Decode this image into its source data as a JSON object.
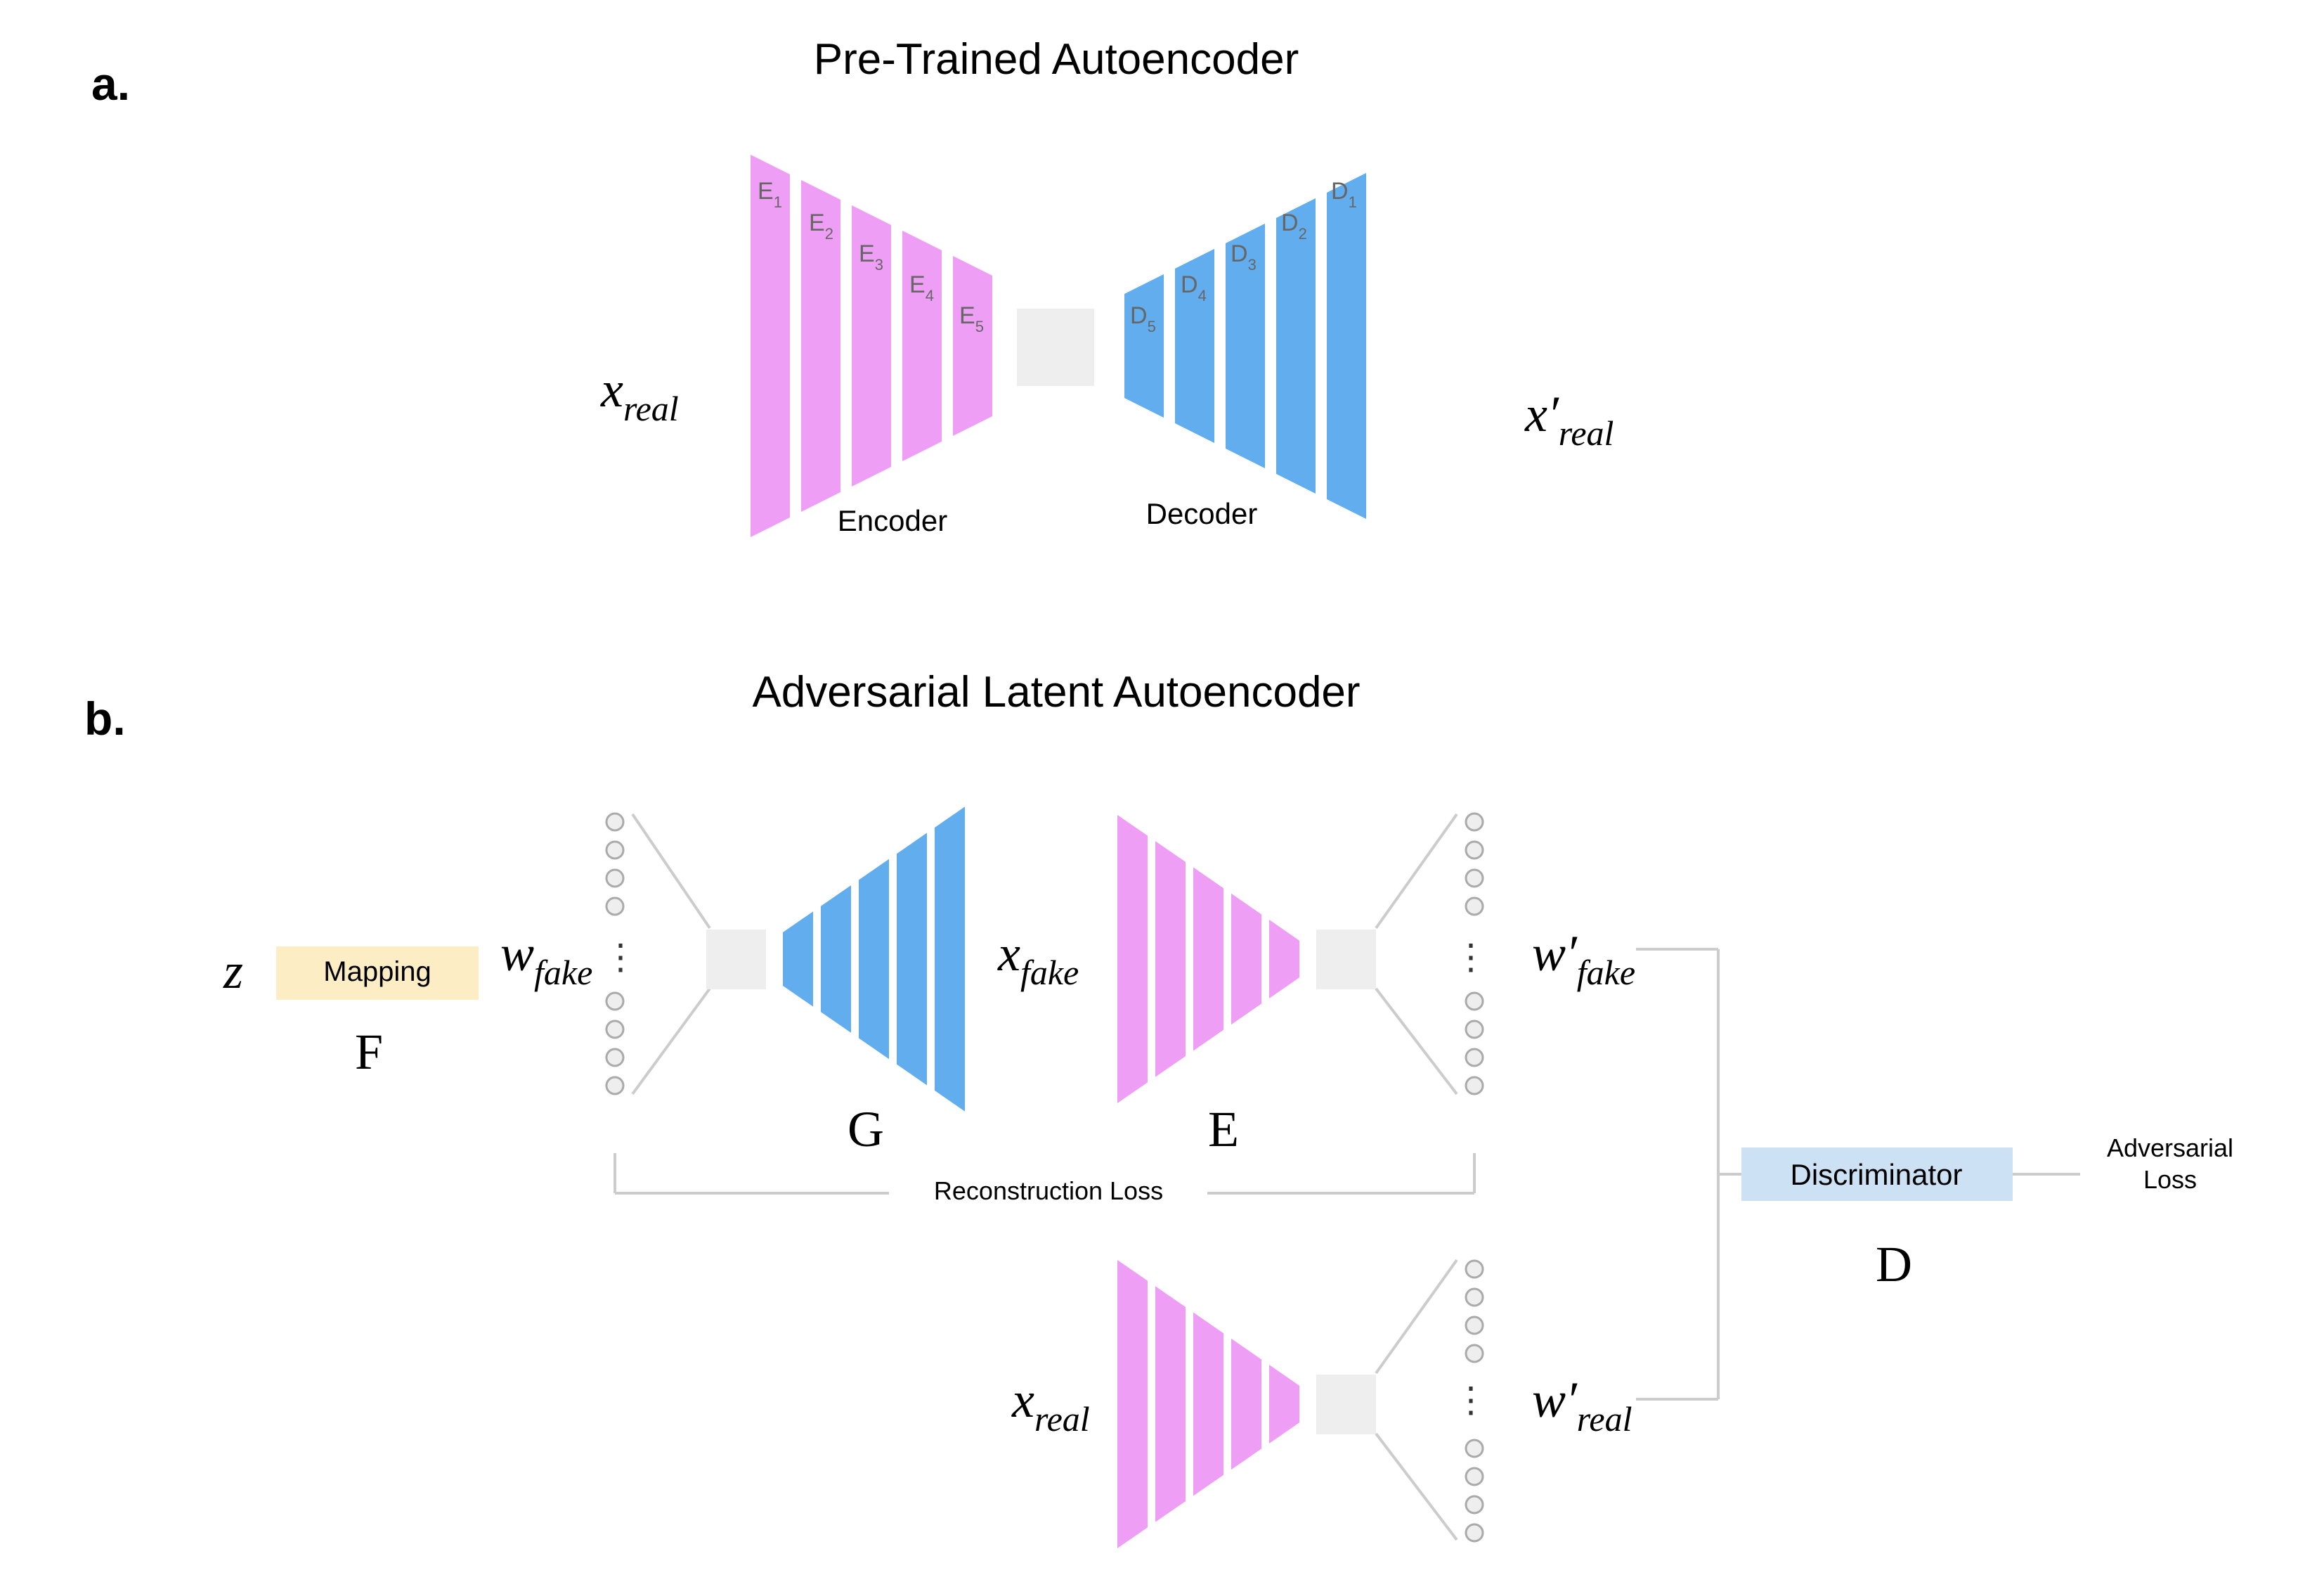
{
  "panel_a": {
    "label": "a.",
    "title": "Pre-Trained Autoencoder",
    "input": {
      "base": "x",
      "sub": "real"
    },
    "output": {
      "base": "x′",
      "sub": "real"
    },
    "encoder_label": "Encoder",
    "decoder_label": "Decoder",
    "encoder_layers": [
      {
        "base": "E",
        "sub": "1"
      },
      {
        "base": "E",
        "sub": "2"
      },
      {
        "base": "E",
        "sub": "3"
      },
      {
        "base": "E",
        "sub": "4"
      },
      {
        "base": "E",
        "sub": "5"
      }
    ],
    "decoder_layers": [
      {
        "base": "D",
        "sub": "5"
      },
      {
        "base": "D",
        "sub": "4"
      },
      {
        "base": "D",
        "sub": "3"
      },
      {
        "base": "D",
        "sub": "2"
      },
      {
        "base": "D",
        "sub": "1"
      }
    ]
  },
  "panel_b": {
    "label": "b.",
    "title": "Adversarial Latent Autoencoder",
    "z": "z",
    "mapping_label": "Mapping",
    "F": "F",
    "w_fake": {
      "base": "w",
      "sub": "fake"
    },
    "x_fake": {
      "base": "x",
      "sub": "fake"
    },
    "w_prime_fake": {
      "base": "w′",
      "sub": "fake"
    },
    "x_real": {
      "base": "x",
      "sub": "real"
    },
    "w_prime_real": {
      "base": "w′",
      "sub": "real"
    },
    "G": "G",
    "E": "E",
    "D": "D",
    "reconstruction_loss": "Reconstruction Loss",
    "discriminator_label": "Discriminator",
    "adversarial_loss_line1": "Adversarial",
    "adversarial_loss_line2": "Loss",
    "dots": "⋮"
  },
  "colors": {
    "encoder_pink": "#EE9EF5",
    "decoder_blue": "#62ADEE",
    "latent_gray": "#EEEEEE",
    "mapping_fill": "#FDEDC4",
    "discriminator_fill": "#CCE1F3",
    "line_gray": "#CCCCCC",
    "node_fill": "#EEEEEE",
    "node_stroke": "#AAAAAA",
    "layer_label_gray": "#666666"
  }
}
